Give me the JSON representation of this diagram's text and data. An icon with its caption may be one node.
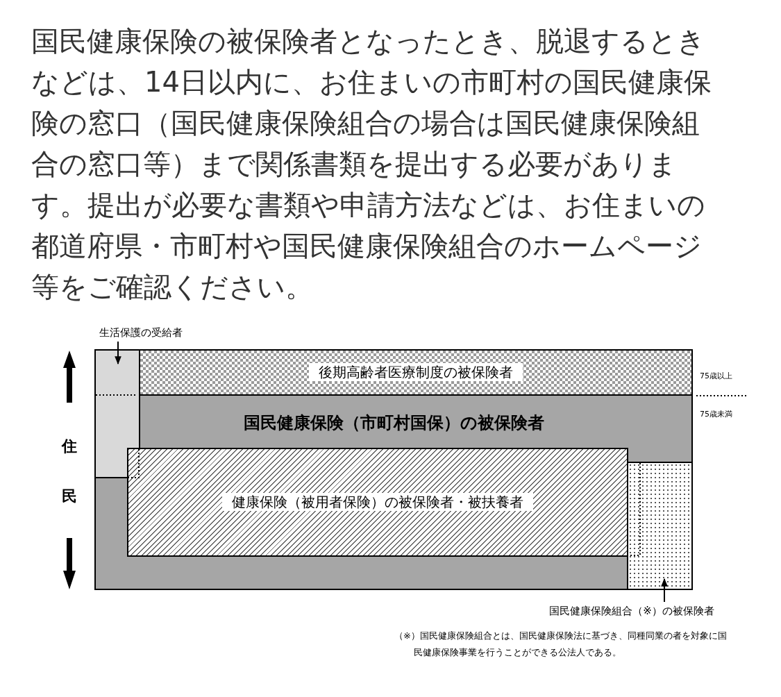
{
  "diagram": {
    "title": "国民健康保険の被保険者となったとき、脱退するときなどは、14日以内に、お住まいの市町村の国民健康保険の窓口（国民健康保険組合の場合は国民健康保険組合の窓口等）まで関係書類を提出する必要があります。提出が必要な書類や申請方法などは、お住まいの都道府県・市町村や国民健康保険組合のホームページ等をご確認ください。",
    "nodes": [
      {
        "text": [
          "生活保護の受給者"
        ]
      },
      {
        "text": [],
        "shape": "box",
        "in": 3
      },
      {
        "text": [
          "後期高齢者医療制度の被保険者"
        ],
        "in": 3
      },
      {
        "text": [
          "国民健康保険（市町村国保）の被保険者"
        ]
      },
      {
        "text": [
          "健康保険（被用者保険）の被保険者・被扶養者"
        ],
        "in": 3
      },
      {
        "text": [],
        "shape": "box",
        "in": 3
      },
      {
        "text": [
          "国民健康保険組合（※）の被保険者"
        ]
      }
    ],
    "edges": [
      {
        "from": 0,
        "to": 1,
        "arrow": "to"
      },
      {
        "from": 6,
        "to": 5,
        "arrow": "to"
      }
    ],
    "labels": [
      "住",
      "民",
      "75歳以上",
      "75歳未満",
      "（※）国民健康保険組合とは、国民健康保険法に基づき、同種同業の者を対象に国民健康保険事業を行うことができる公法人である。"
    ]
  }
}
